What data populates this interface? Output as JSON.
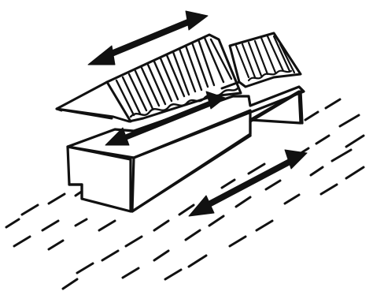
{
  "drawing": {
    "subject": "",
    "ink_color": "#111111",
    "paper_color": "#ffffff",
    "elements": [
      {
        "name": "building-block",
        "icon": "box-outline"
      },
      {
        "name": "sawtooth-roof-main",
        "icon": "hatched-roof"
      },
      {
        "name": "sawtooth-roof-annex",
        "icon": "hatched-roof"
      },
      {
        "name": "double-arrow-top",
        "icon": "double-arrow"
      },
      {
        "name": "double-arrow-middle",
        "icon": "double-arrow"
      },
      {
        "name": "double-arrow-bottom",
        "icon": "double-arrow"
      },
      {
        "name": "dash-ground-lines",
        "icon": "dashed-strokes"
      }
    ]
  }
}
